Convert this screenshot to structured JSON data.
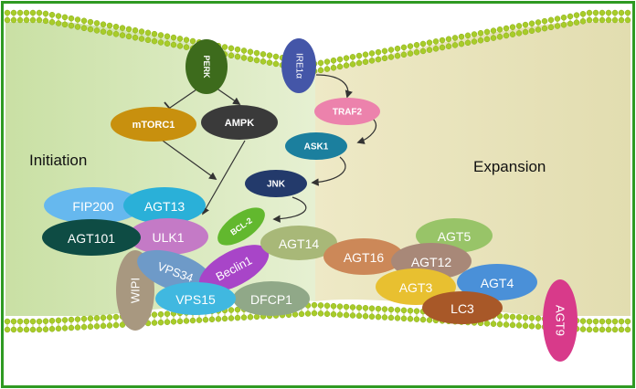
{
  "sections": {
    "initiation": "Initiation",
    "expansion": "Expansion"
  },
  "nodes": {
    "perk": "PERK",
    "ire1": "IRE1α",
    "mtorc1": "mTORC1",
    "ampk": "AMPK",
    "traf2": "TRAF2",
    "ask1": "ASK1",
    "jnk": "JNK",
    "fip200": "FIP200",
    "agt13": "AGT13",
    "agt101": "AGT101",
    "ulk1": "ULK1",
    "bcl2": "BCL-2",
    "agt14": "AGT14",
    "vps34": "VPS34",
    "beclin1": "Beclin1",
    "wipi": "WIPI",
    "vps15": "VPS15",
    "dfcp1": "DFCP1",
    "agt5": "AGT5",
    "agt16": "AGT16",
    "agt12": "AGT12",
    "agt4": "AGT4",
    "agt3": "AGT3",
    "lc3": "LC3",
    "agt9": "AGT9"
  },
  "colors": {
    "border": "#2f9a22",
    "membrane_head": "#a8cc2a",
    "membrane_tail": "#c8d870",
    "left_bg": "#dcebc4",
    "right_bg": "#ece7c2",
    "perk": "#3d6b1c",
    "ire1": "#4456a8",
    "mtorc1": "#c8900e",
    "ampk": "#3a3a3a",
    "traf2": "#ec82ac",
    "ask1": "#1b7f9e",
    "jnk": "#233a6b",
    "fip200": "#66b8ee",
    "agt13": "#2ab0d8",
    "agt101": "#0e4c44",
    "ulk1": "#c47ac6",
    "bcl2": "#62b82e",
    "agt14": "#a8b878",
    "vps34": "#6e9ac8",
    "beclin1": "#a845c8",
    "wipi": "#a89880",
    "vps15": "#40b8e0",
    "dfcp1": "#90a888",
    "agt5": "#98c468",
    "agt16": "#cc8858",
    "agt12": "#a88878",
    "agt4": "#4a90d8",
    "agt3": "#e8c030",
    "lc3": "#a85828",
    "agt9": "#d83a8a"
  }
}
